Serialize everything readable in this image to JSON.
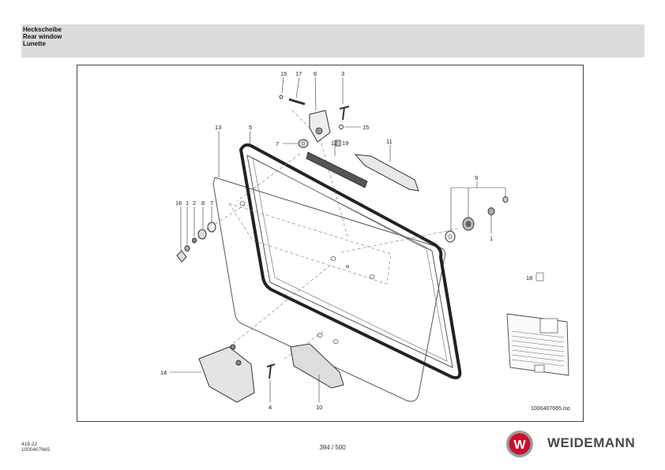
{
  "header": {
    "title_de": "Heckscheibe",
    "title_en": "Rear window",
    "title_fr": "Lunette"
  },
  "drawing": {
    "callouts": [
      "15",
      "17",
      "6",
      "3",
      "13",
      "5",
      "15",
      "7",
      "12",
      "19",
      "11",
      "9",
      "16",
      "1",
      "2",
      "8",
      "7",
      "1",
      "18",
      "14",
      "4",
      "10"
    ],
    "iso_ref": "1000407665.iso"
  },
  "footer": {
    "code": "418-22",
    "doc_number": "1000407665",
    "page": "394 / 500",
    "brand": "WEIDEMANN",
    "logo_letter": "W"
  },
  "colors": {
    "header_bg": "#dcdcdc",
    "logo_red": "#c8102e",
    "brand_gray": "#4a4a4a"
  }
}
